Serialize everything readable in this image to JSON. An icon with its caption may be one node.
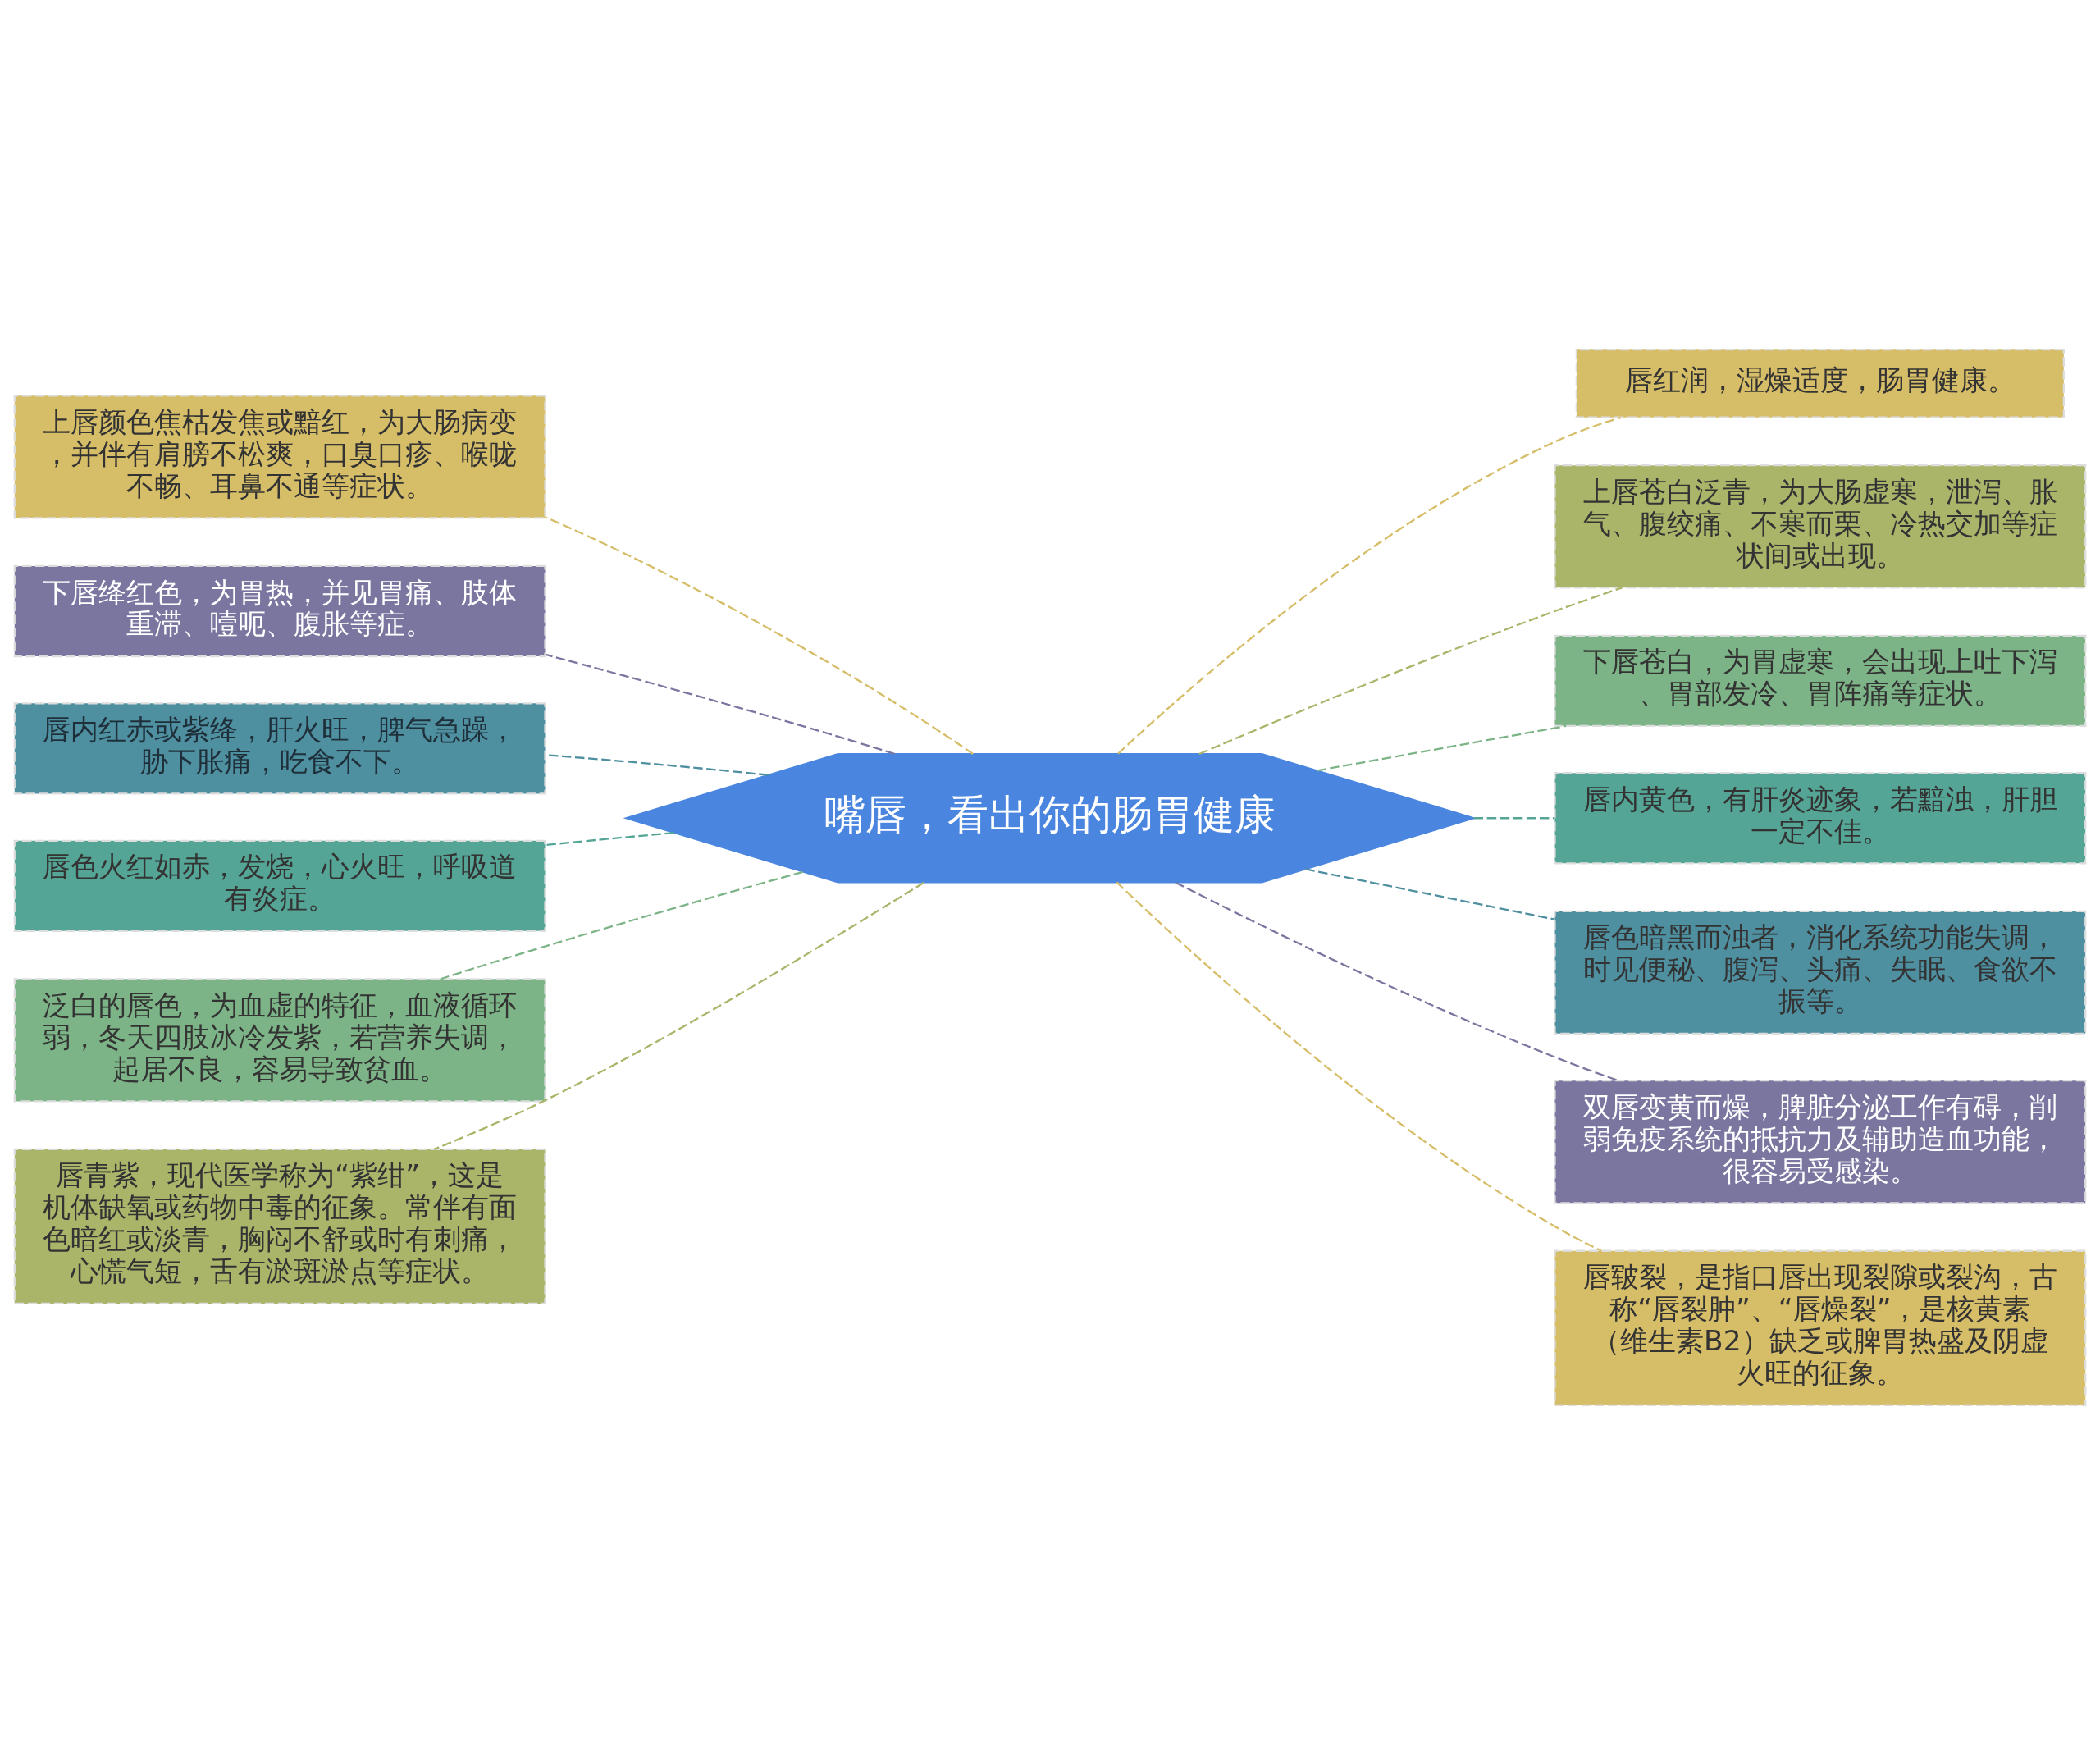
{
  "diagram": {
    "nodes": [
      {
        "text": [
          "嘴唇，看出你的肠胃健康"
        ]
      },
      {
        "text": [
          "上唇颜色焦枯发焦或黯红，为大肠病变，并伴有肩膀不松爽，口臭口疹、喉咙不畅、耳鼻不通等症状。"
        ]
      },
      {
        "text": [
          "下唇绛红色，为胃热，并见胃痛、肢体重滞、噎呃、腹胀等症。"
        ]
      },
      {
        "text": [
          "唇内红赤或紫绛，肝火旺，脾气急躁，胁下胀痛，吃食不下。"
        ]
      },
      {
        "text": [
          "唇色火红如赤，发烧，心火旺，呼吸道有炎症。"
        ]
      },
      {
        "text": [
          "泛白的唇色，为血虚的特征，血液循环弱，冬天四肢冰冷发紫，若营养失调，起居不良，容易导致贫血。"
        ]
      },
      {
        "text": [
          "唇青紫，现代医学称为“紫绀”，这是机体缺氧或药物中毒的征象。常伴有面色暗红或淡青，胸闷不舒或时有刺痛，心慌气短，舌有淤斑淤点等症状。"
        ]
      },
      {
        "text": [
          "唇红润，湿燥适度，肠胃健康。"
        ]
      },
      {
        "text": [
          "上唇苍白泛青，为大肠虚寒，泄泻、胀气、腹绞痛、不寒而栗、冷热交加等症状间或出现。"
        ]
      },
      {
        "text": [
          "下唇苍白，为胃虚寒，会出现上吐下泻、胃部发冷、胃阵痛等症状。"
        ]
      },
      {
        "text": [
          "唇内黄色，有肝炎迹象，若黯浊，肝胆一定不佳。"
        ]
      },
      {
        "text": [
          "唇色暗黑而浊者，消化系统功能失调，时见便秘、腹泻、头痛、失眠、食欲不振等。"
        ]
      },
      {
        "text": [
          "双唇变黄而燥，脾脏分泌工作有碍，削弱免疫系统的抵抗力及辅助造血功能，很容易受感染。"
        ]
      },
      {
        "text": [
          "唇皲裂，是指口唇出现裂隙或裂沟，古称“唇裂肿”、“唇燥裂”，是核黄素（维生素B2）缺乏或脾胃热盛及阴虚火旺的征象。"
        ]
      }
    ],
    "edges": [
      {
        "from": 0,
        "to": 1,
        "arrow": "none",
        "style": "dashed",
        "color": "#d6bd68"
      },
      {
        "from": 0,
        "to": 2,
        "arrow": "none",
        "style": "dashed",
        "color": "#7a76a0"
      },
      {
        "from": 0,
        "to": 3,
        "arrow": "none",
        "style": "dashed",
        "color": "#4e8fa0"
      },
      {
        "from": 0,
        "to": 4,
        "arrow": "none",
        "style": "dashed",
        "color": "#55a596"
      },
      {
        "from": 0,
        "to": 5,
        "arrow": "none",
        "style": "dashed",
        "color": "#7cb487"
      },
      {
        "from": 0,
        "to": 6,
        "arrow": "none",
        "style": "dashed",
        "color": "#aab56a"
      },
      {
        "from": 0,
        "to": 7,
        "arrow": "none",
        "style": "dashed",
        "color": "#d6bd68"
      },
      {
        "from": 0,
        "to": 8,
        "arrow": "none",
        "style": "dashed",
        "color": "#aab56a"
      },
      {
        "from": 0,
        "to": 9,
        "arrow": "none",
        "style": "dashed",
        "color": "#7cb487"
      },
      {
        "from": 0,
        "to": 10,
        "arrow": "none",
        "style": "dashed",
        "color": "#55a596"
      },
      {
        "from": 0,
        "to": 11,
        "arrow": "none",
        "style": "dashed",
        "color": "#4e8fa0"
      },
      {
        "from": 0,
        "to": 12,
        "arrow": "none",
        "style": "dashed",
        "color": "#7a76a0"
      },
      {
        "from": 0,
        "to": 13,
        "arrow": "none",
        "style": "dashed",
        "color": "#d6bd68"
      }
    ]
  }
}
